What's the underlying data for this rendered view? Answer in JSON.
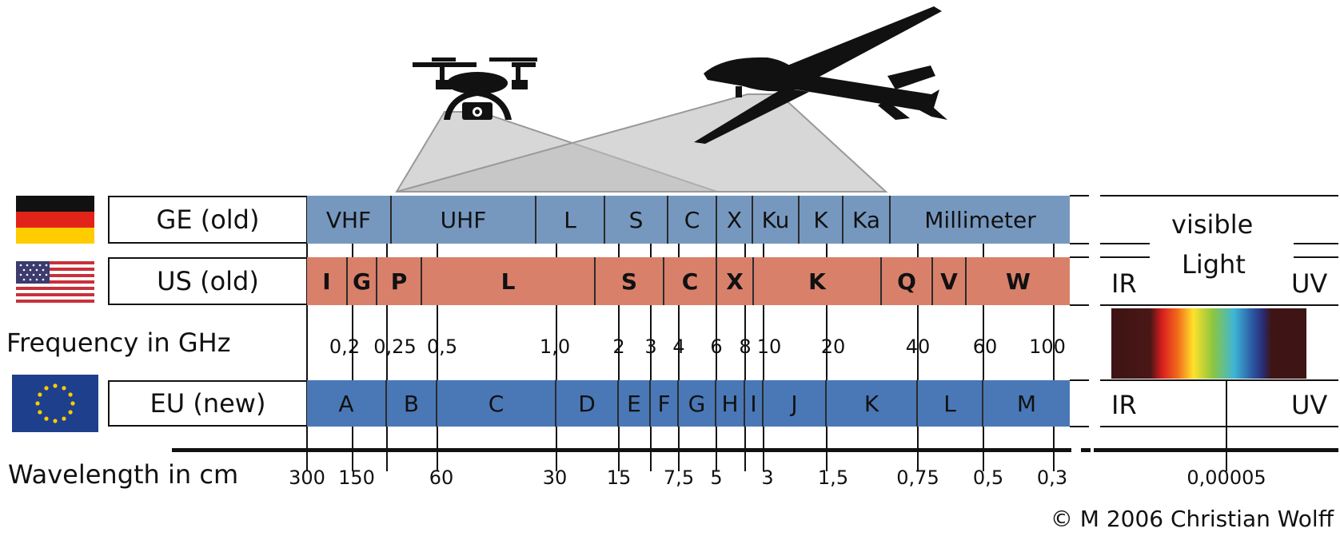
{
  "rows": {
    "ge": "GE (old)",
    "us": "US (old)",
    "freq": "Frequency in GHz",
    "eu": "EU (new)",
    "wave": "Wavelength in cm"
  },
  "ge_bands": [
    {
      "label": "VHF"
    },
    {
      "label": "UHF"
    },
    {
      "label": "L"
    },
    {
      "label": "S"
    },
    {
      "label": "C"
    },
    {
      "label": "X"
    },
    {
      "label": "Ku"
    },
    {
      "label": "K"
    },
    {
      "label": "Ka"
    },
    {
      "label": "Millimeter"
    }
  ],
  "us_bands": [
    {
      "label": "I"
    },
    {
      "label": "G"
    },
    {
      "label": "P"
    },
    {
      "label": "L"
    },
    {
      "label": "S"
    },
    {
      "label": "C"
    },
    {
      "label": "X"
    },
    {
      "label": "K"
    },
    {
      "label": "Q"
    },
    {
      "label": "V"
    },
    {
      "label": "W"
    }
  ],
  "eu_bands": [
    {
      "label": "A"
    },
    {
      "label": "B"
    },
    {
      "label": "C"
    },
    {
      "label": "D"
    },
    {
      "label": "E"
    },
    {
      "label": "F"
    },
    {
      "label": "G"
    },
    {
      "label": "H"
    },
    {
      "label": "I"
    },
    {
      "label": "J"
    },
    {
      "label": "K"
    },
    {
      "label": "L"
    },
    {
      "label": "M"
    }
  ],
  "frequency_ticks": [
    "0,2",
    "0,25",
    "0,5",
    "1,0",
    "2",
    "3",
    "4",
    "6",
    "8",
    "10",
    "20",
    "40",
    "60",
    "100"
  ],
  "wavelength_ticks": [
    "300",
    "150",
    "60",
    "30",
    "15",
    "7,5",
    "5",
    "3",
    "1,5",
    "0,75",
    "0,5",
    "0,3"
  ],
  "light": {
    "title_line1": "visible",
    "title_line2": "Light",
    "ir": "IR",
    "uv": "UV",
    "wavelength": "0,00005"
  },
  "copyright": "© M 2006 Christian Wolff",
  "colors": {
    "ge_band": "#7698bf",
    "us_band": "#d9806b",
    "eu_band": "#4a78b6"
  },
  "icons": [
    "germany-flag-icon",
    "usa-flag-icon",
    "eu-flag-icon",
    "drone-icon",
    "aircraft-icon"
  ]
}
